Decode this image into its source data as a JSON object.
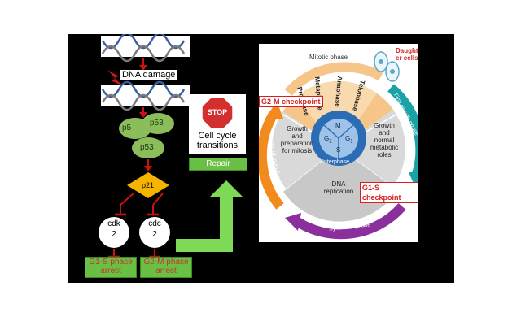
{
  "left": {
    "dna_damage": "DNA damage",
    "p53_a": "p5",
    "p53_b": "p53",
    "p53_c": "p53",
    "p21": "p21",
    "cdk2_line1": "cdk",
    "cdk2_line2": "2",
    "cdc2_line1": "cdc",
    "cdc2_line2": "2",
    "g1s_arrest": [
      "G1-S phase",
      "arrest"
    ],
    "g2m_arrest": [
      "G2-M phase",
      "arrest"
    ],
    "stop": "STOP",
    "transitions": [
      "Cell cycle",
      "transitions"
    ],
    "repair": "Repair"
  },
  "cycle": {
    "mitotic_phase": "Mitotic phase",
    "prophase": "Prophase",
    "metaphase": "Metaphase",
    "anaphase": "Anaphase",
    "telophase": "Telophase",
    "daughter_cells": [
      "Daught",
      "er cells"
    ],
    "first_growth": "First growth phase",
    "second_growth": "Second growth phase",
    "synthesis": "Synthesis phase",
    "g2_text": [
      "Growth",
      "and",
      "preparation",
      "for mitosis"
    ],
    "g1_text": [
      "Growth",
      "and",
      "normal",
      "metabolic",
      "roles"
    ],
    "s_text": [
      "DNA",
      "replication"
    ],
    "m": "M",
    "g2": "G",
    "g1": "G",
    "s": "S",
    "interphase": "Interphase",
    "g2m_checkpoint": "G2-M checkpoint",
    "g1s_checkpoint": "G1-S checkpoint"
  },
  "colors": {
    "panel": "#000000",
    "green_label": "#6abf45",
    "arrow_red": "#cc1111",
    "p53": "#8bbd5a",
    "p21": "#f4b400",
    "stop": "#d32f2f",
    "mitotic": "#f6c58a",
    "first_growth": "#1aa2a6",
    "synthesis": "#8b2f9c",
    "second_growth": "#f28a1e",
    "interphase_blue": "#2a6db5"
  }
}
